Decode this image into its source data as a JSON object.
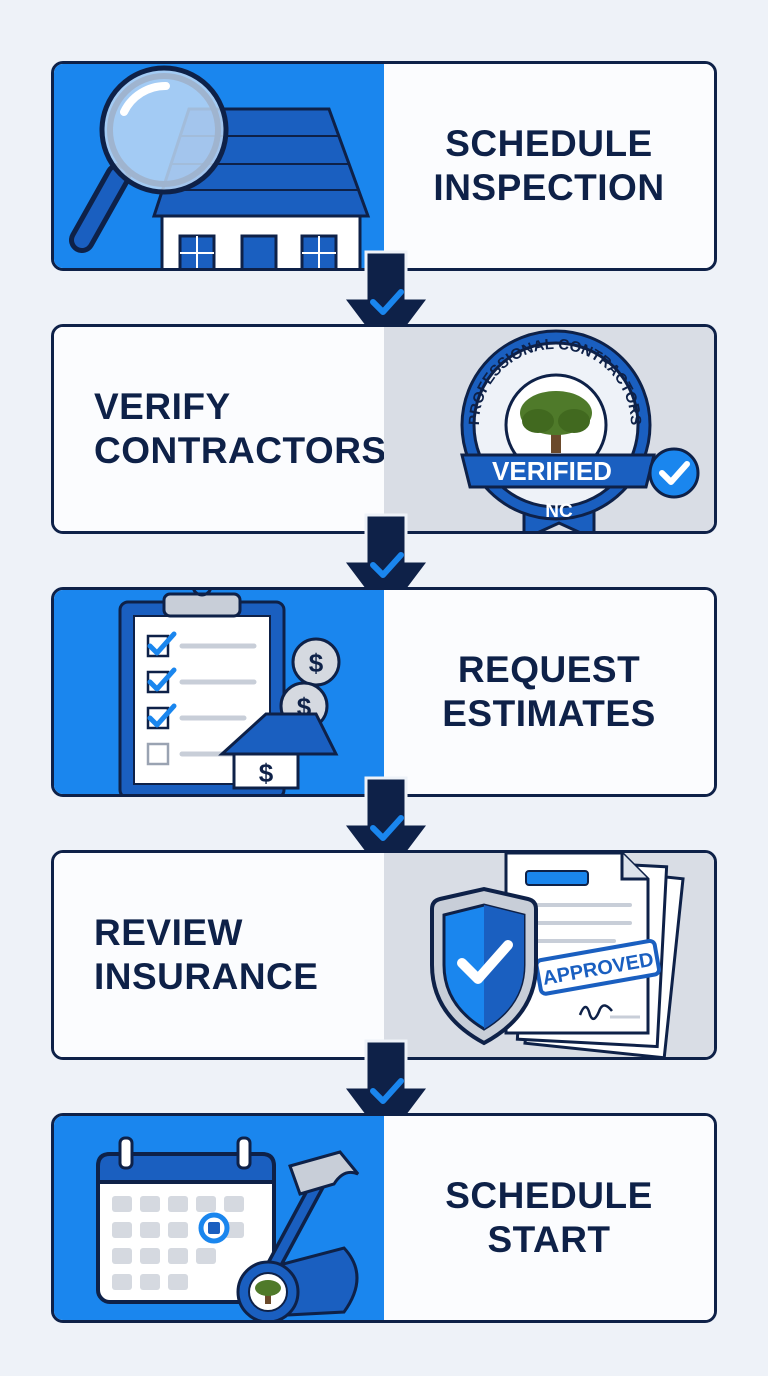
{
  "steps": [
    {
      "label": "SCHEDULE\nINSPECTION",
      "illustration": "house-inspection-magnifier-icon"
    },
    {
      "label": "VERIFY\nCONTRACTORS",
      "illustration": "verified-badge-icon",
      "badge": {
        "ring_text": "PROFESSIONAL CONTRACTORS",
        "ribbon": "VERIFIED",
        "tag": "NC"
      }
    },
    {
      "label": "REQUEST\nESTIMATES",
      "illustration": "clipboard-estimate-icon"
    },
    {
      "label": "REVIEW\nINSURANCE",
      "illustration": "insurance-shield-icon",
      "stamp": "APPROVED"
    },
    {
      "label": "SCHEDULE\nSTART",
      "illustration": "calendar-hammer-icon"
    }
  ],
  "colors": {
    "navy": "#0e2148",
    "blue": "#1a86ee",
    "grey": "#d9dde5",
    "accent": "#1a86ee"
  }
}
